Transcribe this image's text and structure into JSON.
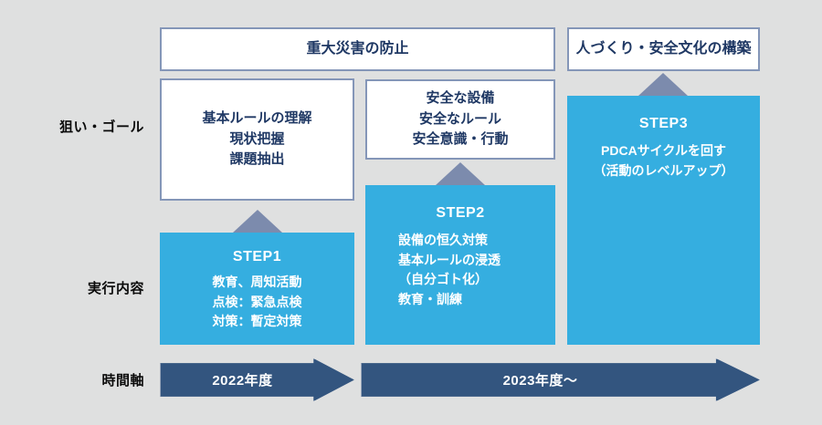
{
  "colors": {
    "background": "#dfe0e0",
    "accent_blue": "#35aee0",
    "dark_blue": "#33557f",
    "arrow_gray_blue": "#7c8bad",
    "box_border": "#8496b8",
    "navy_text": "#1f3864"
  },
  "row_labels": {
    "goal": "狙い・ゴール",
    "action": "実行内容",
    "timeline": "時間軸"
  },
  "banners": {
    "major_disaster": "重大災害の防止",
    "people_culture": "人づくり・安全文化の構築"
  },
  "goals": {
    "step1": {
      "lines": [
        "基本ルールの理解",
        "現状把握",
        "課題抽出"
      ]
    },
    "step2": {
      "lines": [
        "安全な設備",
        "安全なルール",
        "安全意識・行動"
      ]
    }
  },
  "steps": {
    "step1": {
      "title": "STEP1",
      "lines": [
        "教育、周知活動",
        "点検：緊急点検",
        "対策：暫定対策"
      ]
    },
    "step2": {
      "title": "STEP2",
      "lines": [
        "設備の恒久対策",
        "基本ルールの浸透",
        "（自分ゴト化）",
        "教育・訓練"
      ]
    },
    "step3": {
      "title": "STEP3",
      "lines": [
        "PDCAサイクルを回す",
        "（活動のレベルアップ）"
      ]
    }
  },
  "timeline": {
    "period1": "2022年度",
    "period2": "2023年度〜"
  }
}
